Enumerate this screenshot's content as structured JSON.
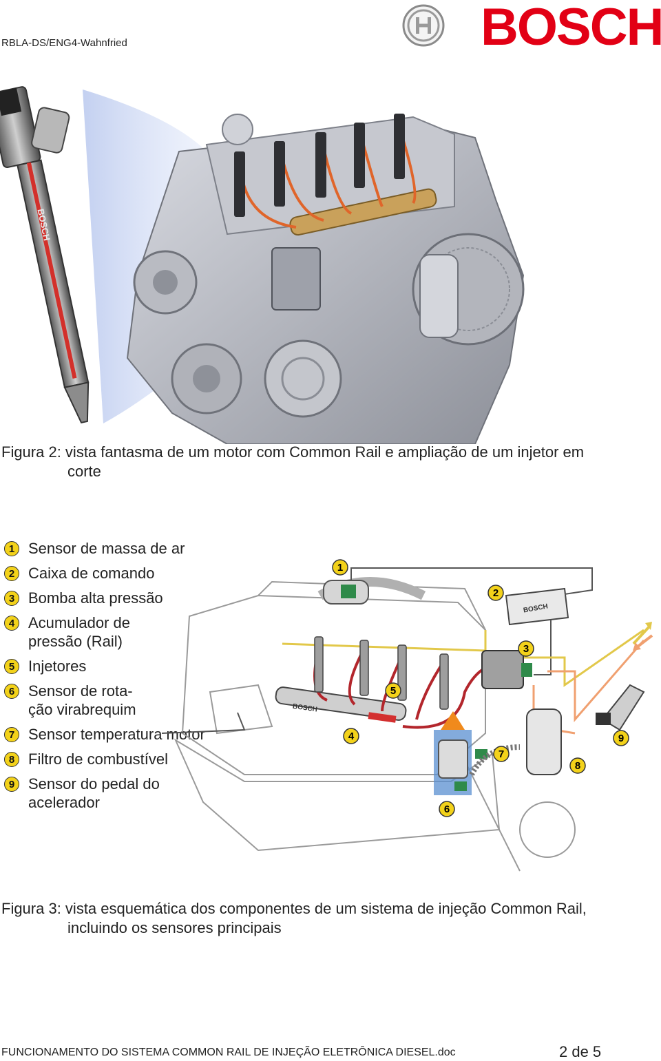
{
  "header": {
    "doc_ref": "RBLA-DS/ENG4-Wahnfried",
    "brand": "BOSCH",
    "brand_color": "#e20015",
    "seal_icon": "bosch-armature-seal-icon"
  },
  "figure1": {
    "caption_lines": [
      "Figura 2: vista fantasma de um motor com Common Rail e ampliação de um injetor em",
      "corte"
    ],
    "injector_label": "BOSCH"
  },
  "figure2": {
    "legend": [
      {
        "num": "1",
        "text": "Sensor de massa de ar"
      },
      {
        "num": "2",
        "text": "Caixa de comando"
      },
      {
        "num": "3",
        "text": "Bomba alta pressão"
      },
      {
        "num": "4",
        "text": "Acumulador de pressão (Rail)"
      },
      {
        "num": "5",
        "text": "Injetores"
      },
      {
        "num": "6",
        "text": "Sensor de rota-ção virabrequim"
      },
      {
        "num": "7",
        "text": "Sensor temperatura motor"
      },
      {
        "num": "8",
        "text": "Filtro de combustível"
      },
      {
        "num": "9",
        "text": "Sensor do pedal do acelerador"
      }
    ],
    "legend_display": [
      [
        "Sensor de massa de ar"
      ],
      [
        "Caixa de comando"
      ],
      [
        "Bomba alta pressão"
      ],
      [
        "Acumulador de",
        "pressão (Rail)"
      ],
      [
        "Injetores"
      ],
      [
        "Sensor de rota-",
        "ção virabrequim"
      ],
      [
        "Sensor temperatura motor"
      ],
      [
        "Filtro de combustível"
      ],
      [
        "Sensor do pedal do",
        "acelerador"
      ]
    ],
    "badge_color": "#f3d21a",
    "rail_label": "BOSCH",
    "ecu_label": "BOSCH",
    "caption_lines": [
      "Figura 3: vista esquemática dos componentes de um sistema de injeção Common Rail,",
      "incluindo os sensores principais"
    ]
  },
  "footer": {
    "title": "FUNCIONAMENTO DO SISTEMA COMMON RAIL DE INJEÇÃO ELETRÔNICA DIESEL.doc",
    "page": "2 de 5"
  }
}
